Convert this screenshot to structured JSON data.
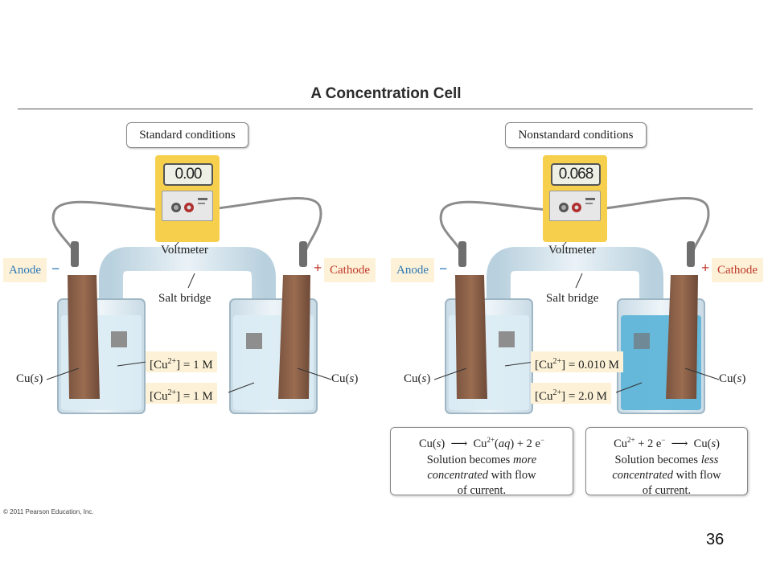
{
  "title": "A Concentration Cell",
  "left": {
    "condition": "Standard conditions",
    "voltmeter_reading": "0.00",
    "voltmeter_label": "Voltmeter",
    "salt_bridge_label": "Salt bridge",
    "anode_label": "Anode",
    "anode_sign": "−",
    "cathode_label": "Cathode",
    "cathode_sign": "+",
    "electrode_left": "Cu(s)",
    "electrode_right": "Cu(s)",
    "conc_anode": "[Cu2+] = 1 M",
    "conc_cathode": "[Cu2+] = 1 M"
  },
  "right": {
    "condition": "Nonstandard conditions",
    "voltmeter_reading": "0.068",
    "voltmeter_label": "Voltmeter",
    "salt_bridge_label": "Salt bridge",
    "anode_label": "Anode",
    "anode_sign": "−",
    "cathode_label": "Cathode",
    "cathode_sign": "+",
    "electrode_left": "Cu(s)",
    "electrode_right": "Cu(s)",
    "conc_anode": "[Cu2+] = 0.010 M",
    "conc_cathode": "[Cu2+] = 2.0 M",
    "anode_reaction": "Cu(s) ⟶ Cu2+(aq) + 2 e−",
    "anode_note": "Solution becomes more concentrated with flow of current.",
    "cathode_reaction": "Cu2+ + 2 e− ⟶ Cu(s)",
    "cathode_note": "Solution becomes less concentrated with flow of current."
  },
  "copyright": "© 2011 Pearson Education, Inc.",
  "page_number": "36",
  "colors": {
    "voltmeter": "#f6d04d",
    "label_bg": "#fdf2d7",
    "anode": "#2d78b8",
    "cathode": "#c0392b",
    "electrode": "#8a6148",
    "dilute_solution": "#dcecf4",
    "concentrated_solution": "#5fb5d8"
  }
}
